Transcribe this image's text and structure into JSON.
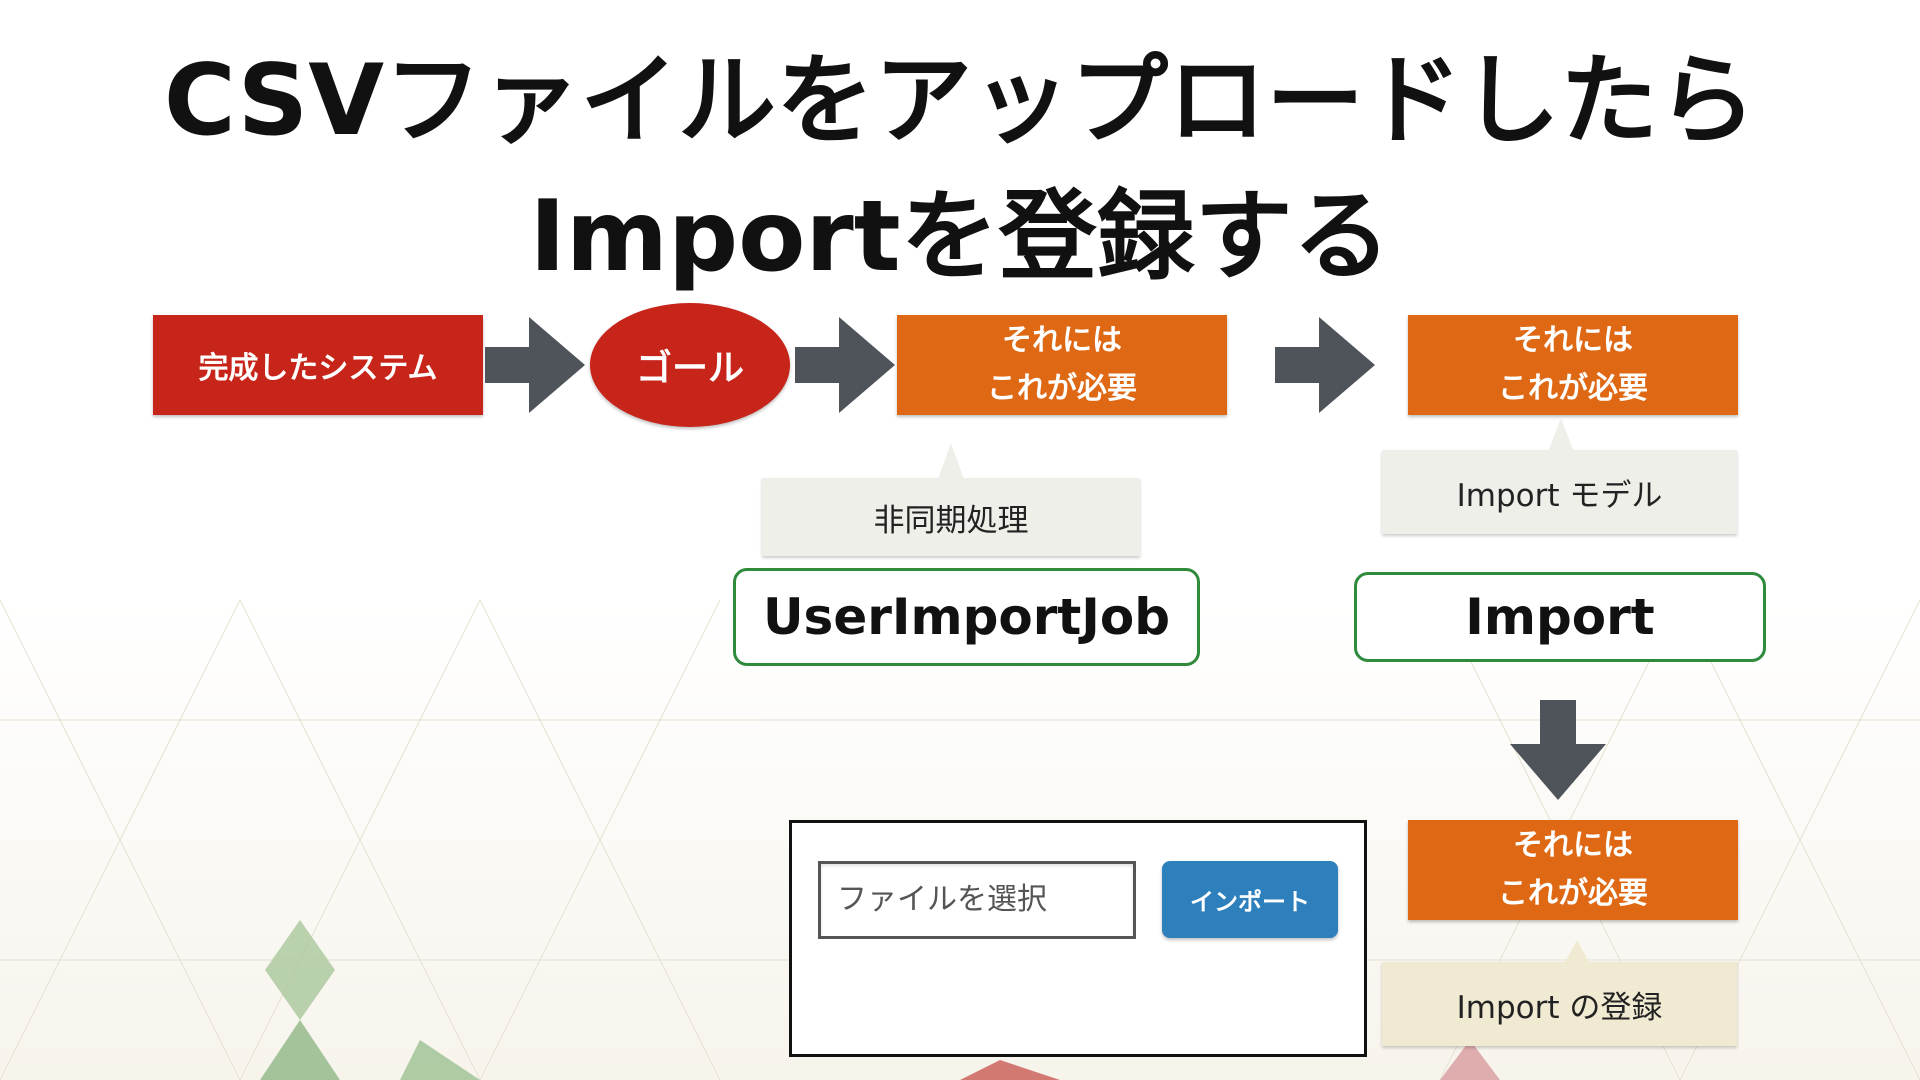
{
  "title": {
    "line1": "CSVファイルをアップロードしたら",
    "line2": "Importを登録する"
  },
  "flow": {
    "system_label": "完成したシステム",
    "goal_label": "ゴール",
    "requirement_line1": "それには",
    "requirement_line2": "これが必要"
  },
  "branch_async": {
    "callout": "非同期処理",
    "component": "UserImportJob"
  },
  "branch_model": {
    "callout": "Import モデル",
    "component": "Import"
  },
  "branch_register": {
    "callout": "Import の登録"
  },
  "upload_form": {
    "file_placeholder": "ファイルを選択",
    "import_button": "インポート"
  },
  "colors": {
    "red": "#c7241a",
    "orange": "#df6814",
    "arrow": "#4f535a",
    "green_border": "#2f8a3c",
    "button_blue": "#2e80bd"
  }
}
